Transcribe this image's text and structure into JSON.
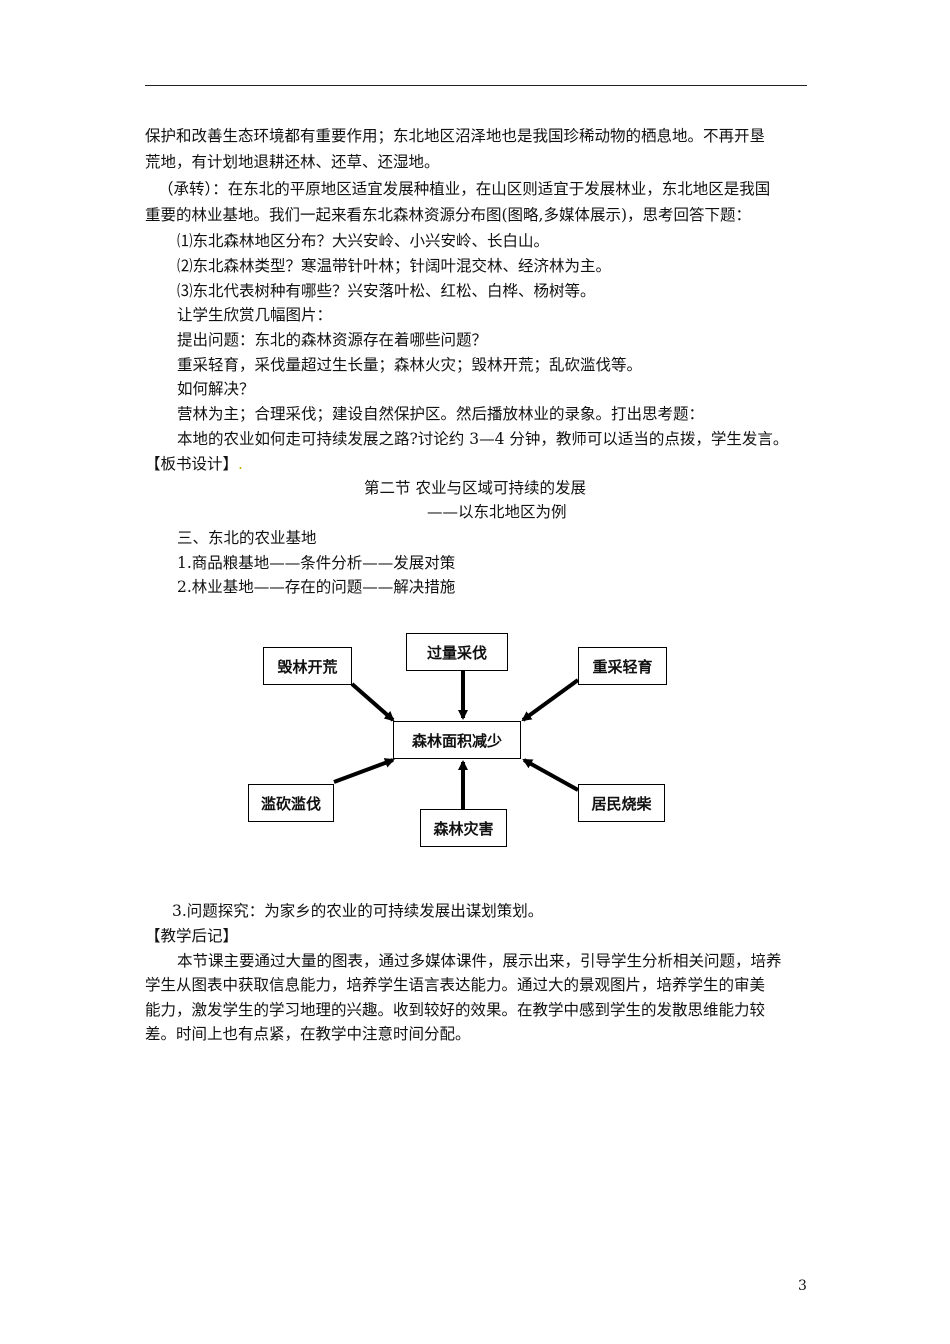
{
  "lines": [
    "保护和改善生态环境都有重要作用；东北地区沼泽地也是我国珍稀动物的栖息地。不再开垦",
    "荒地，有计划地退耕还林、还草、还湿地。",
    "（承转）：在东北的平原地区适宜发展种植业，在山区则适宜于发展林业，东北地区是我国",
    "重要的林业基地。我们一起来看东北森林资源分布图(图略,多媒体展示)，思考回答下题：",
    "⑴东北森林地区分布？大兴安岭、小兴安岭、长白山。",
    "⑵东北森林类型？寒温带针叶林；针阔叶混交林、经济林为主。",
    "⑶东北代表树种有哪些？兴安落叶松、红松、白桦、杨树等。",
    "让学生欣赏几幅图片：",
    "提出问题：东北的森林资源存在着哪些问题？",
    "重采轻育，采伐量超过生长量；森林火灾；毁林开荒；乱砍滥伐等。",
    "如何解决？",
    "营林为主；合理采伐；建设自然保护区。然后播放林业的录象。打出思考题：",
    "本地的农业如何走可持续发展之路?讨论约 3—4 分钟，教师可以适当的点拨，学生发言。"
  ],
  "board_heading": "【板书设计】",
  "board_dot": ".",
  "section_title": "第二节  农业与区域可持续的发展",
  "section_subtitle": "——以东北地区为例",
  "outline": [
    "三、东北的农业基地",
    "1.商品粮基地——条件分析——发展对策",
    "2.林业基地——存在的问题——解决措施"
  ],
  "diagram": {
    "center": "森林面积减少",
    "causes": {
      "top_left": "毁林开荒",
      "top": "过量采伐",
      "top_right": "重采轻育",
      "bottom_left": "滥砍滥伐",
      "bottom": "森林灾害",
      "bottom_right": "居民烧柴"
    }
  },
  "item3": "3.问题探究：为家乡的农业的可持续发展出谋划策划。",
  "notes_heading": "【教学后记】",
  "notes_lines": [
    "本节课主要通过大量的图表，通过多媒体课件，展示出来，引导学生分析相关问题，培养",
    "学生从图表中获取信息能力，培养学生语言表达能力。通过大的景观图片，培养学生的审美",
    "能力，激发学生的学习地理的兴趣。收到较好的效果。在教学中感到学生的发散思维能力较",
    "差。时间上也有点紧，在教学中注意时间分配。"
  ],
  "page_number": "3"
}
